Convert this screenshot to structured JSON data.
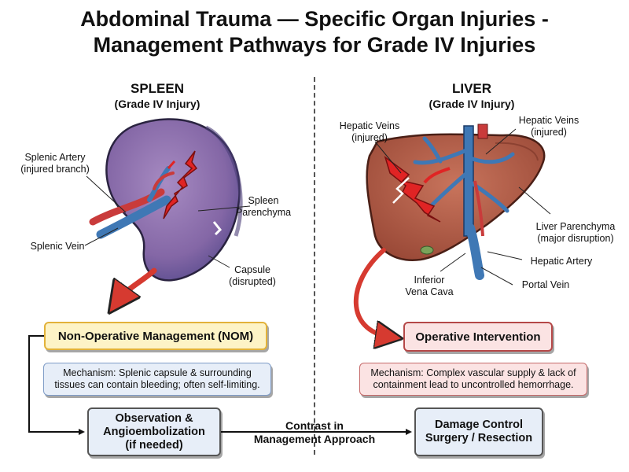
{
  "title": {
    "line1": "Abdominal Trauma — Specific Organ Injuries -",
    "line2": "Management Pathways for Grade IV Injuries"
  },
  "spleen": {
    "heading": "SPLEEN",
    "grade": "(Grade IV Injury)",
    "labels": {
      "artery_1": "Splenic Artery",
      "artery_2": "(injured branch)",
      "parenchyma_1": "Spleen",
      "parenchyma_2": "Parenchyma",
      "vein": "Splenic Vein",
      "capsule_1": "Capsule",
      "capsule_2": "(disrupted)"
    },
    "management": "Non-Operative Management (NOM)",
    "mechanism_1": "Mechanism: Splenic capsule & surrounding",
    "mechanism_2": "tissues can contain bleeding; often self-limiting.",
    "outcome_1": "Observation &",
    "outcome_2": "Angioembolization",
    "outcome_3": "(if needed)"
  },
  "liver": {
    "heading": "LIVER",
    "grade": "(Grade IV Injury)",
    "labels": {
      "hv_left_1": "Hepatic Veins",
      "hv_left_2": "(injured)",
      "hv_right_1": "Hepatic Veins",
      "hv_right_2": "(injured)",
      "parenchyma_1": "Liver Parenchyma",
      "parenchyma_2": "(major disruption)",
      "hepatic_artery": "Hepatic Artery",
      "ivc_1": "Inferior",
      "ivc_2": "Vena Cava",
      "portal_vein": "Portal Vein"
    },
    "management": "Operative Intervention",
    "mechanism_1": "Mechanism: Complex vascular supply & lack of",
    "mechanism_2": "containment lead to uncontrolled hemorrhage.",
    "outcome_1": "Damage Control",
    "outcome_2": "Surgery / Resection"
  },
  "contrast": {
    "line1": "Contrast in",
    "line2": "Management Approach"
  },
  "colors": {
    "spleen_fill": "#8a6aa8",
    "liver_fill": "#b35a44",
    "hemorrhage": "#e02424",
    "vein": "#3f78b5",
    "artery": "#c93b3b",
    "arrow_red": "#d63a30"
  }
}
